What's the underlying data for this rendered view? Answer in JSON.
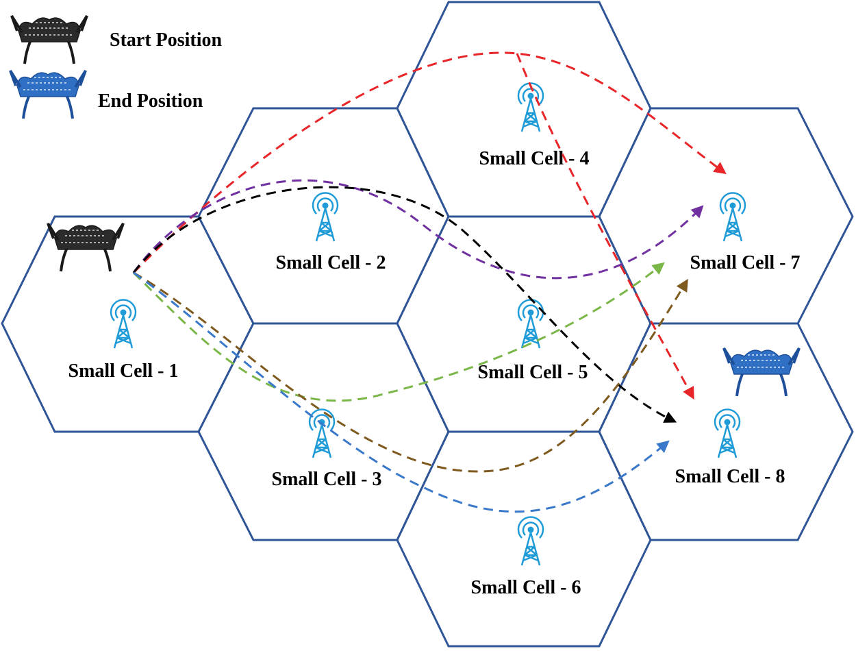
{
  "legend": {
    "start_label": "Start Position",
    "end_label": "End Position",
    "start_color": "#2b2b2b",
    "end_color": "#2f6fc4"
  },
  "cells": [
    {
      "id": 1,
      "label": "Small Cell - 1"
    },
    {
      "id": 2,
      "label": "Small Cell - 2"
    },
    {
      "id": 3,
      "label": "Small Cell - 3"
    },
    {
      "id": 4,
      "label": "Small Cell - 4"
    },
    {
      "id": 5,
      "label": "Small Cell - 5"
    },
    {
      "id": 6,
      "label": "Small Cell - 6"
    },
    {
      "id": 7,
      "label": "Small Cell - 7"
    },
    {
      "id": 8,
      "label": "Small Cell - 8"
    }
  ],
  "colors": {
    "hex_border": "#2f5597",
    "tower": "#1f9bd7",
    "paths": [
      "#e8262a",
      "#7030a0",
      "#000000",
      "#7ab648",
      "#7f5a1e",
      "#3a78c9"
    ]
  },
  "icons": [
    "drone-start-icon",
    "drone-end-icon",
    "antenna-tower-icon"
  ]
}
